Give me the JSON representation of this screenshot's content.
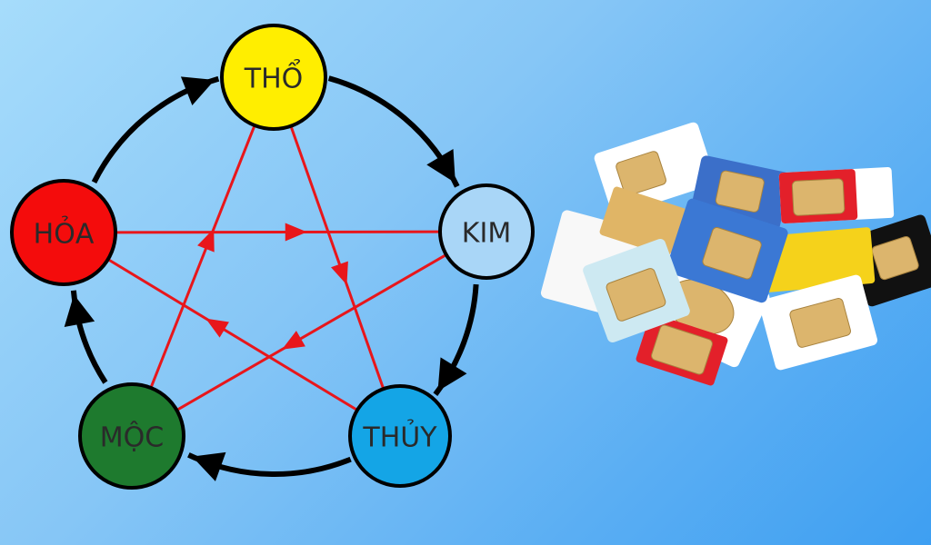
{
  "diagram": {
    "nodes": [
      {
        "id": "tho",
        "label": "THỔ",
        "color": "#ffee00"
      },
      {
        "id": "kim",
        "label": "KIM",
        "color": "#a9d6f7"
      },
      {
        "id": "thuy",
        "label": "THỦY",
        "color": "#14a5e6"
      },
      {
        "id": "moc",
        "label": "MỘC",
        "color": "#1e7a2e"
      },
      {
        "id": "hoa",
        "label": "HỎA",
        "color": "#f40c0c"
      }
    ],
    "generating_cycle": [
      [
        "hoa",
        "tho"
      ],
      [
        "tho",
        "kim"
      ],
      [
        "kim",
        "thuy"
      ],
      [
        "thuy",
        "moc"
      ],
      [
        "moc",
        "hoa"
      ]
    ],
    "controlling_cycle": [
      [
        "hoa",
        "kim"
      ],
      [
        "tho",
        "thuy"
      ],
      [
        "moc",
        "tho"
      ],
      [
        "kim",
        "moc"
      ],
      [
        "thuy",
        "hoa"
      ]
    ],
    "generating_color": "#000000",
    "controlling_color": "#e8161b"
  },
  "illustration": {
    "subject": "sim-cards",
    "card_colors": [
      "#ffffff",
      "#3b78d4",
      "#e3202a",
      "#f5d21b",
      "#111111",
      "#cde9f2",
      "#e0b566"
    ],
    "chip_color": "#d9b36c"
  }
}
